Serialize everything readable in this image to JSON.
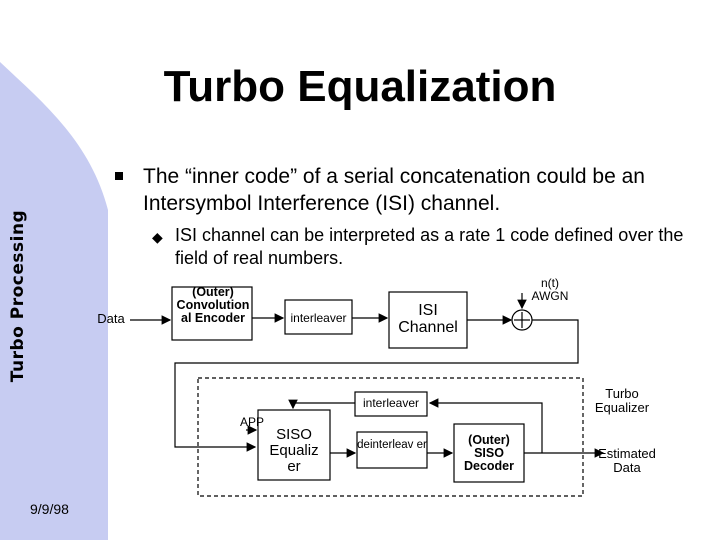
{
  "slide": {
    "title": "Turbo Equalization",
    "side_label": "Turbo Processing",
    "date": "9/9/98"
  },
  "bullets": {
    "main": "The “inner code” of a serial concatenation could be an Intersymbol Interference (ISI) channel.",
    "sub": "ISI channel can be interpreted as a rate 1 code defined over the field of real numbers."
  },
  "diagram": {
    "data_in": "Data",
    "outer_encoder": "(Outer) Convolution al Encoder",
    "interleaver_top": "interleaver",
    "isi_channel": "ISI Channel",
    "noise": "n(t) AWGN",
    "turbo_equalizer": "Turbo Equalizer",
    "interleaver_feedback": "interleaver",
    "app": "APP",
    "siso_equalizer": "SISO Equaliz er",
    "deinterleaver": "deinterleav er",
    "siso_decoder": "(Outer) SISO Decoder",
    "estimated": "Estimated Data"
  },
  "colors": {
    "sidebar": "#c7ccf2",
    "text": "#000000"
  }
}
